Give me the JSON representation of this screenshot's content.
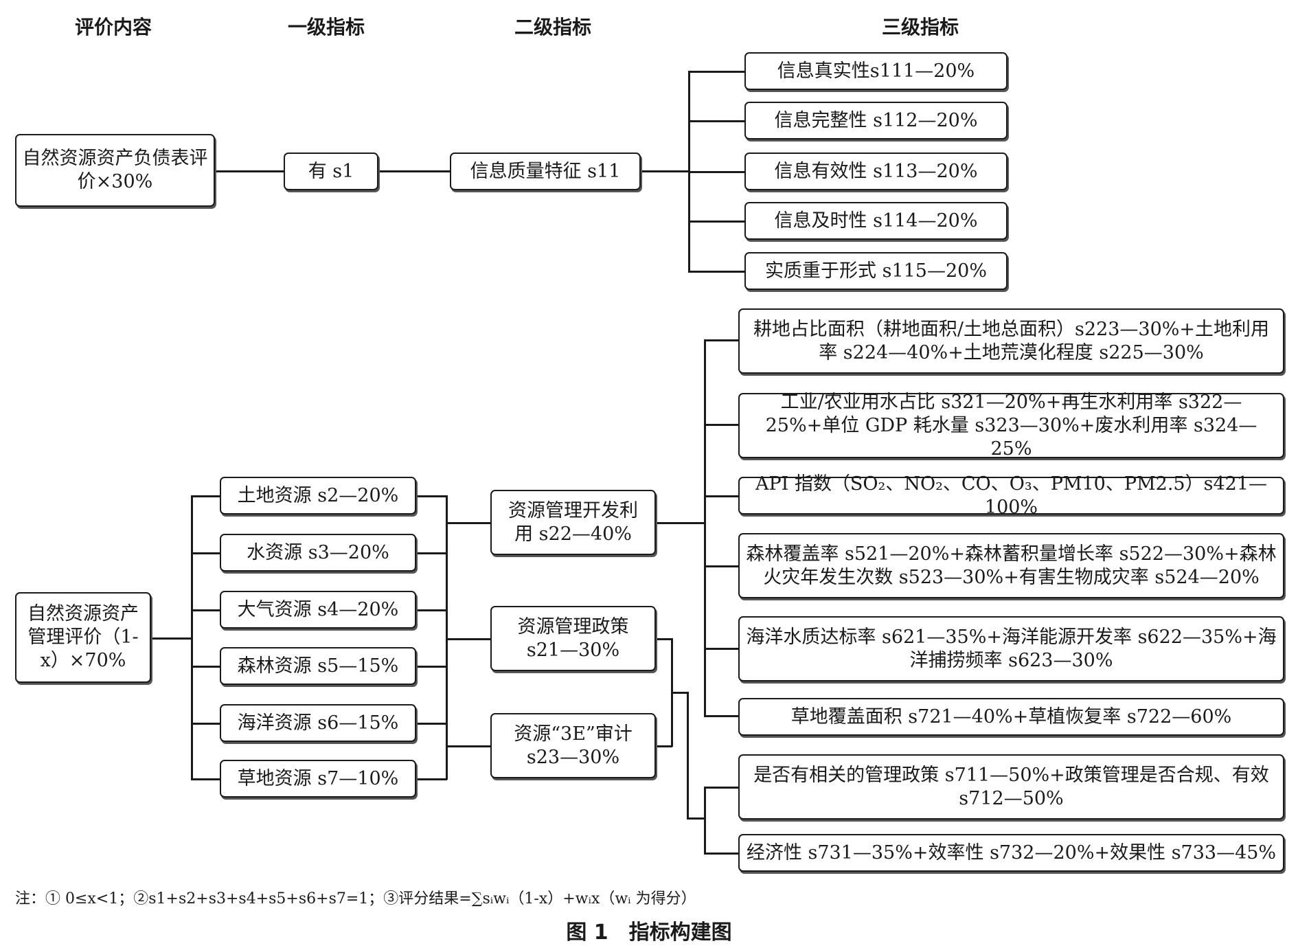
{
  "headers": [
    "评价内容",
    "一级指标",
    "二级指标",
    "三级指标"
  ],
  "top": {
    "root": "自然资源资产负债表评价×30%",
    "level1": "有 s1",
    "level2": "信息质量特征 s11",
    "level3": [
      "信息真实性s111—20%",
      "信息完整性 s112—20%",
      "信息有效性 s113—20%",
      "信息及时性 s114—20%",
      "实质重于形式 s115—20%"
    ]
  },
  "bottom": {
    "root": "自然资源资产管理评价（1-x）×70%",
    "level1": [
      "土地资源 s2—20%",
      "水资源 s3—20%",
      "大气资源 s4—20%",
      "森林资源 s5—15%",
      "海洋资源 s6—15%",
      "草地资源 s7—10%"
    ],
    "level2": [
      "资源管理开发利用 s22—40%",
      "资源管理政策 s21—30%",
      "资源“3E”审计 s23—30%"
    ],
    "level3": [
      "耕地占比面积（耕地面积/土地总面积）s223—30%+土地利用率 s224—40%+土地荒漠化程度 s225—30%",
      "工业/农业用水占比 s321—20%+再生水利用率 s322—25%+单位 GDP 耗水量 s323—30%+废水利用率 s324—25%",
      "API 指数（SO₂、NO₂、CO、O₃、PM10、PM2.5）s421—100%",
      "森林覆盖率 s521—20%+森林蓄积量增长率 s522—30%+森林火灾年发生次数 s523—30%+有害生物成灾率 s524—20%",
      "海洋水质达标率 s621—35%+海洋能源开发率 s622—35%+海洋捕捞频率 s623—30%",
      "草地覆盖面积 s721—40%+草植恢复率 s722—60%",
      "是否有相关的管理政策 s711—50%+政策管理是否合规、有效 s712—50%",
      "经济性 s731—35%+效率性 s732—20%+效果性 s733—45%"
    ]
  },
  "note": "注：① 0≤x<1；②s1+s2+s3+s4+s5+s6+s7=1；③评分结果=∑sᵢwᵢ（1-x）+wᵢx（wᵢ 为得分）",
  "figure_title": "图 1　指标构建图"
}
